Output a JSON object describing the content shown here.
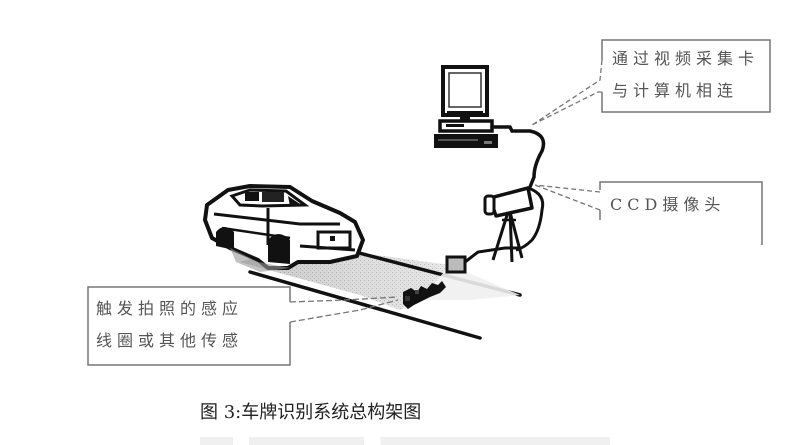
{
  "figure": {
    "caption": "图 3:车牌识别系统总构架图",
    "components": {
      "computer": {
        "icon": "computer-icon"
      },
      "camera": {
        "icon": "ccd-camera-on-tripod-icon"
      },
      "car": {
        "icon": "car-icon"
      },
      "sensor": {
        "icon": "induction-loop-sensor-icon"
      },
      "lane": {
        "icon": "road-lane"
      }
    },
    "callouts": {
      "computer": {
        "line1": "通过视频采集卡",
        "line2": "与计算机相连"
      },
      "camera": {
        "line1": "CCD摄像头"
      },
      "sensor": {
        "line1": "触发拍照的感应",
        "line2": "线圈或其他传感"
      }
    }
  },
  "colors": {
    "ink": "#111111",
    "label_text": "#555555",
    "box_border": "#777777",
    "road_fill": "#cfcfcf"
  }
}
